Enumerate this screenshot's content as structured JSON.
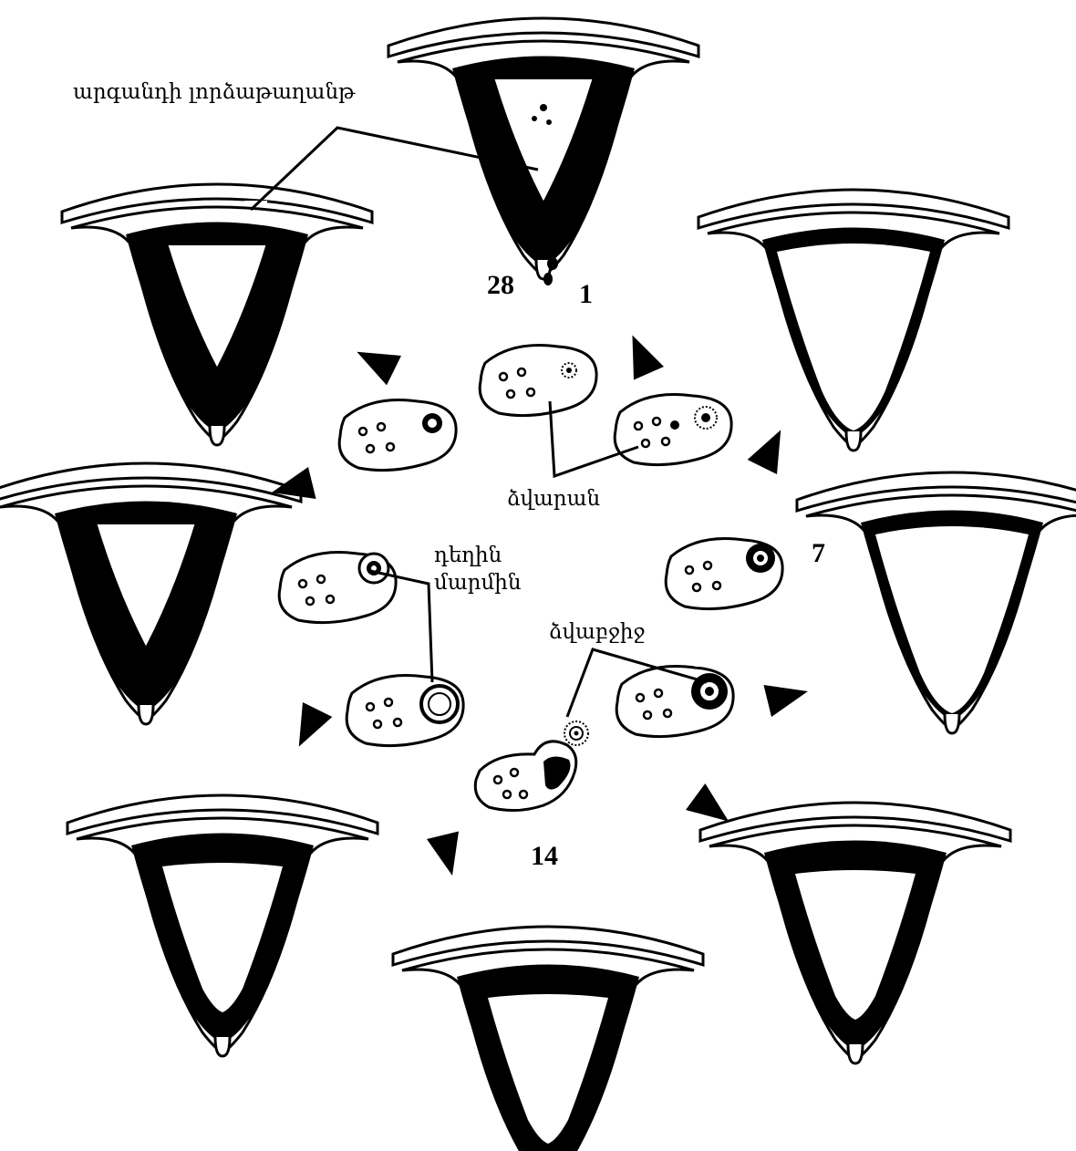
{
  "labels": {
    "endometrium": "արգանդի լորձաթաղանթ",
    "ovary": "ձվարան",
    "corpus_luteum_line1": "դեղին",
    "corpus_luteum_line2": "մարմին",
    "ovulation": "ձվաբջիջ"
  },
  "cycle_days": {
    "day28": "28",
    "day1": "1",
    "day7": "7",
    "day14": "14"
  },
  "colors": {
    "ink": "#000000",
    "paper": "#ffffff"
  }
}
